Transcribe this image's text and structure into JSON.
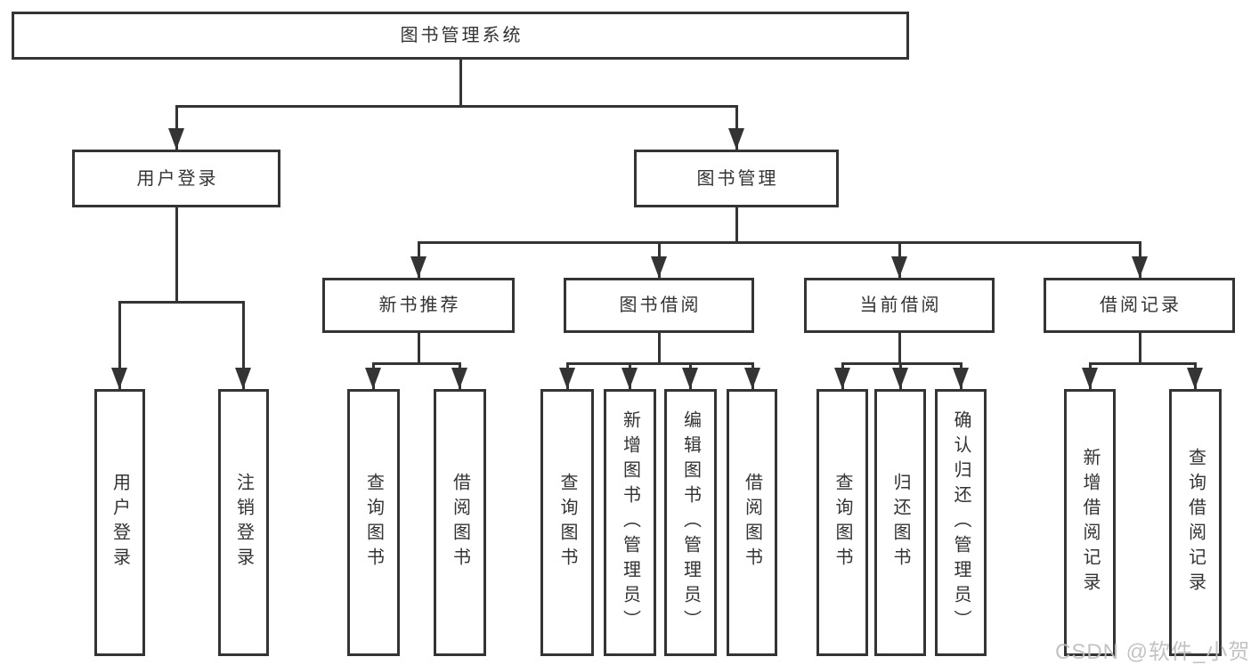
{
  "nodes": {
    "root": "图书管理系统",
    "level2": [
      "用户登录",
      "图书管理"
    ],
    "level3": [
      "新书推荐",
      "图书借阅",
      "当前借阅",
      "借阅记录"
    ],
    "leaves": [
      "用户登录",
      "注销登录",
      "查询图书",
      "借阅图书",
      "查询图书",
      "新增图书（管理员）",
      "编辑图书（管理员）",
      "借阅图书",
      "查询图书",
      "归还图书",
      "确认归还（管理员）",
      "新增借阅记录",
      "查询借阅记录"
    ]
  },
  "watermark": "CSDN @软件_小贺同学",
  "colors": {
    "line": "#343434",
    "text": "#333333",
    "background": "#ffffff",
    "watermark": "#bebebe"
  }
}
